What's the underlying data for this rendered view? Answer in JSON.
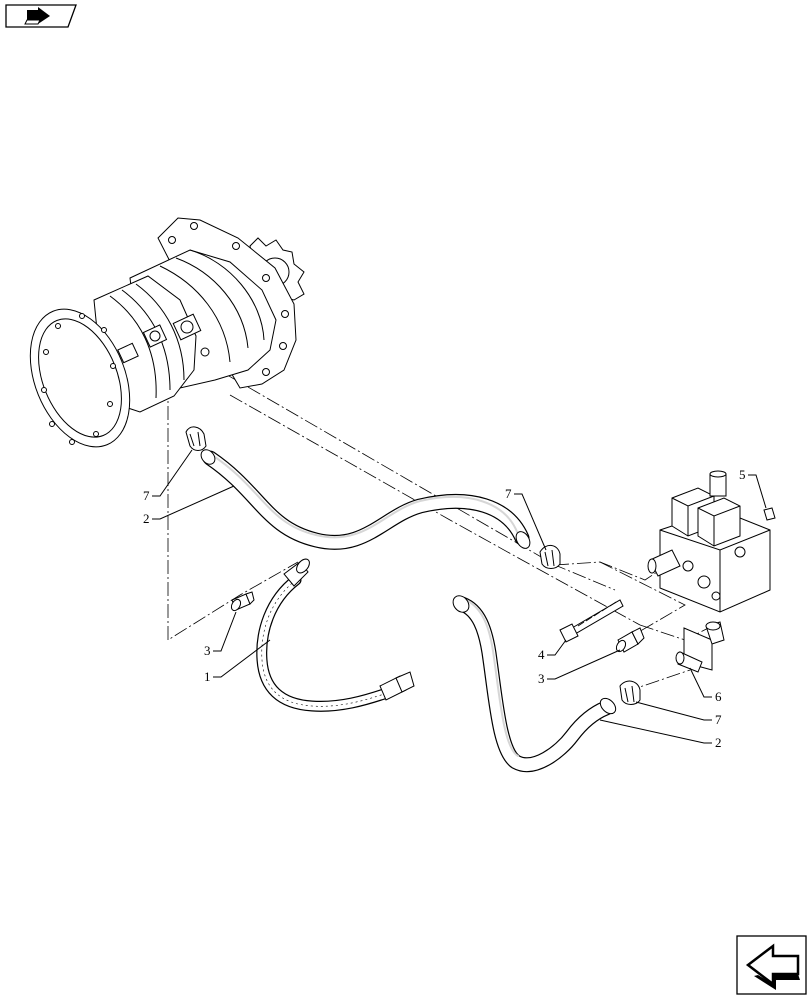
{
  "icons": {
    "nav_top": "parts-catalog-nav-icon",
    "nav_bottom": "next-page-arrow-icon"
  },
  "callouts": [
    {
      "id": "c7a",
      "text": "7"
    },
    {
      "id": "c2a",
      "text": "2"
    },
    {
      "id": "c3a",
      "text": "3"
    },
    {
      "id": "c1",
      "text": "1"
    },
    {
      "id": "c7b",
      "text": "7"
    },
    {
      "id": "c4",
      "text": "4"
    },
    {
      "id": "c3b",
      "text": "3"
    },
    {
      "id": "c5",
      "text": "5"
    },
    {
      "id": "c6",
      "text": "6"
    },
    {
      "id": "c7c",
      "text": "7"
    },
    {
      "id": "c2b",
      "text": "2"
    }
  ]
}
